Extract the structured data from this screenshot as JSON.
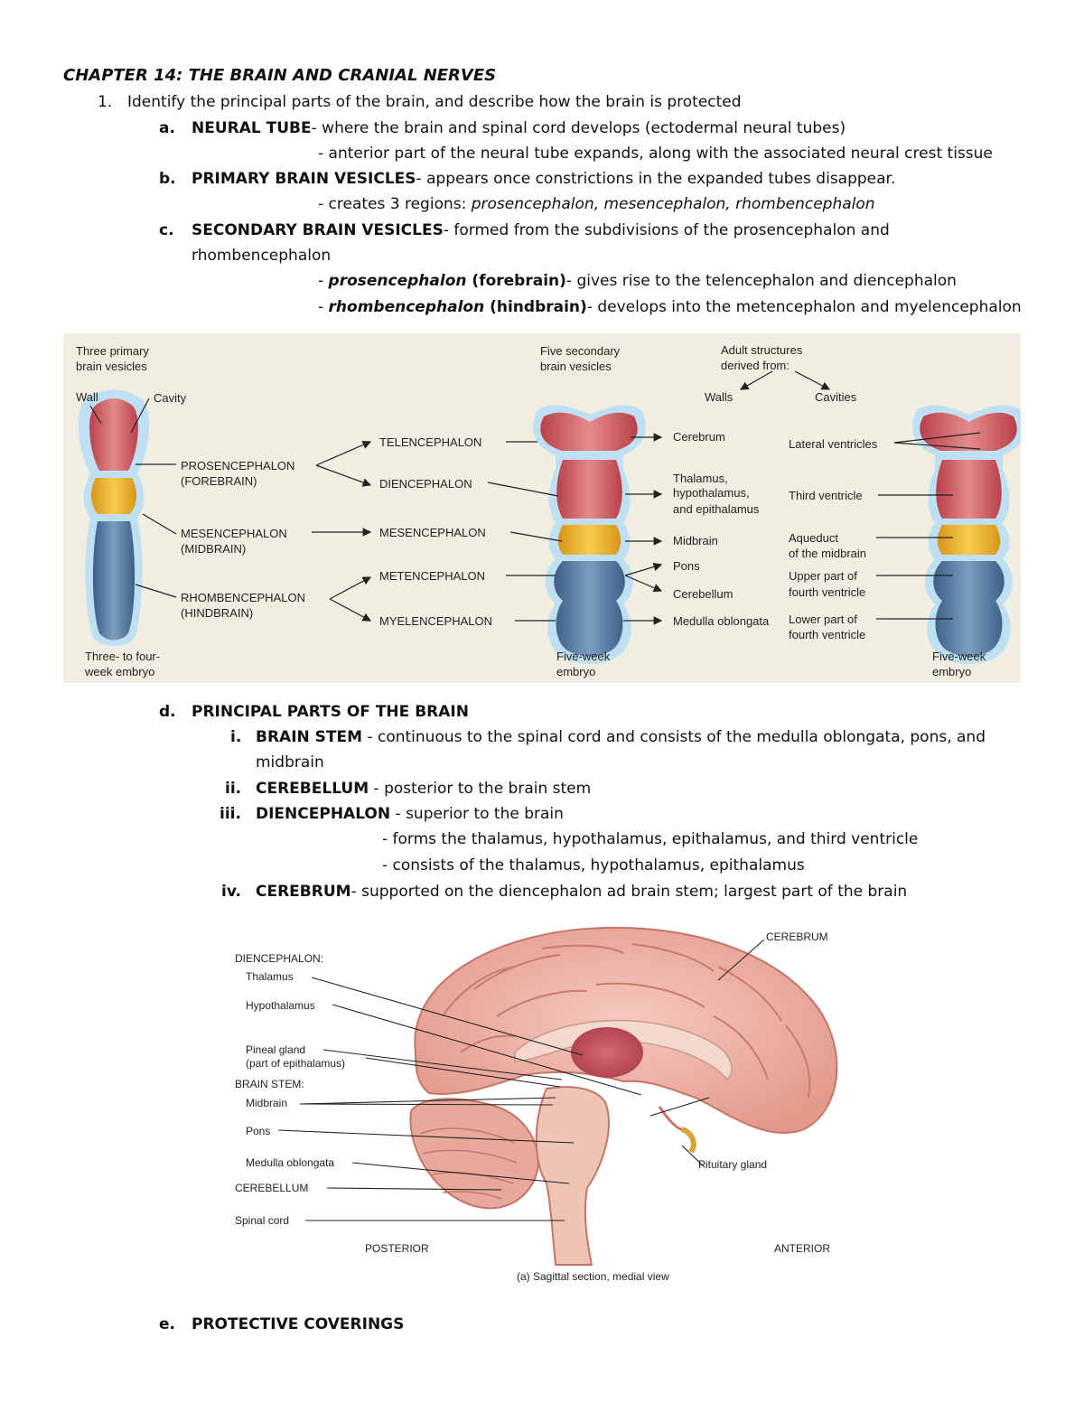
{
  "chapter_title": "CHAPTER 14: THE BRAIN AND CRANIAL NERVES",
  "objective": {
    "num": "1.",
    "text": "Identify the principal parts of the brain, and describe how the brain is protected"
  },
  "items": {
    "a": {
      "letter": "a.",
      "term": "NEURAL TUBE",
      "text": "- where the brain and spinal cord develops (ectodermal neural tubes)",
      "sub": "- anterior part of the neural tube expands, along with the associated neural crest tissue"
    },
    "b": {
      "letter": "b.",
      "term": "PRIMARY BRAIN VESICLES",
      "text": "- appears once constrictions in the expanded tubes disappear.",
      "sub_prefix": "- creates 3 regions: ",
      "sub_italic": "prosencephalon, mesencephalon, rhombencephalon"
    },
    "c": {
      "letter": "c.",
      "term": "SECONDARY BRAIN VESICLES",
      "text": "- formed from the subdivisions of the prosencephalon and",
      "text2": "rhombencephalon",
      "sub1_dash": "- ",
      "sub1_term": "prosencephalon",
      "sub1_paren": " (forebrain)",
      "sub1_text": "- gives rise to the telencephalon and diencephalon",
      "sub2_dash": "- ",
      "sub2_term": "rhombencephalon",
      "sub2_paren": " (hindbrain)",
      "sub2_text": "- develops into the metencephalon and myelencephalon"
    },
    "d": {
      "letter": "d.",
      "term": "PRINCIPAL PARTS OF THE BRAIN",
      "i": {
        "num": "i.",
        "term": "BRAIN STEM",
        "text": " - continuous to the spinal cord and consists of the medulla oblongata, pons, and",
        "text2": "midbrain"
      },
      "ii": {
        "num": "ii.",
        "term": "CEREBELLUM",
        "text": " - posterior to the brain stem"
      },
      "iii": {
        "num": "iii.",
        "term": "DIENCEPHALON",
        "text": " - superior to the brain",
        "sub1": "- forms the thalamus, hypothalamus, epithalamus, and third ventricle",
        "sub2": "- consists of the thalamus, hypothalamus, epithalamus"
      },
      "iv": {
        "num": "iv.",
        "term": "CEREBRUM",
        "text": "- supported on the diencephalon ad brain stem; largest part of the brain"
      }
    },
    "e": {
      "letter": "e.",
      "term": "PROTECTIVE COVERINGS"
    }
  },
  "figure1": {
    "three_primary_1": "Three primary",
    "three_primary_2": "brain vesicles",
    "wall": "Wall",
    "cavity": "Cavity",
    "pros_1": "PROSENCEPHALON",
    "pros_2": "(FOREBRAIN)",
    "mes_1": "MESENCEPHALON",
    "mes_2": "(MIDBRAIN)",
    "rhomb_1": "RHOMBENCEPHALON",
    "rhomb_2": "(HINDBRAIN)",
    "embryo1_1": "Three- to four-",
    "embryo1_2": "week embryo",
    "five_sec_1": "Five secondary",
    "five_sec_2": "brain vesicles",
    "tel": "TELENCEPHALON",
    "di": "DIENCEPHALON",
    "mes2": "MESENCEPHALON",
    "met": "METENCEPHALON",
    "myel": "MYELENCEPHALON",
    "embryo2_1": "Five-week",
    "embryo2_2": "embryo",
    "adult_1": "Adult structures",
    "adult_2": "derived from:",
    "walls": "Walls",
    "cavities": "Cavities",
    "cerebrum": "Cerebrum",
    "thal_1": "Thalamus,",
    "thal_2": "hypothalamus,",
    "thal_3": "and epithalamus",
    "midbrain": "Midbrain",
    "pons": "Pons",
    "cerebellum": "Cerebellum",
    "medulla": "Medulla oblongata",
    "lat_vent": "Lateral ventricles",
    "third_vent": "Third ventricle",
    "aq_1": "Aqueduct",
    "aq_2": "of the midbrain",
    "up4_1": "Upper part of",
    "up4_2": "fourth ventricle",
    "lo4_1": "Lower part of",
    "lo4_2": "fourth ventricle",
    "embryo3_1": "Five-week",
    "embryo3_2": "embryo"
  },
  "figure2": {
    "dien": "DIENCEPHALON:",
    "thalamus": "Thalamus",
    "hypothalamus": "Hypothalamus",
    "pineal_1": "Pineal gland",
    "pineal_2": "(part of epithalamus)",
    "brainstem": "BRAIN STEM:",
    "midbrain": "Midbrain",
    "pons": "Pons",
    "medulla": "Medulla oblongata",
    "cerebellum": "CEREBELLUM",
    "spinal": "Spinal cord",
    "cerebrum": "CEREBRUM",
    "pituitary": "Pituitary gland",
    "posterior": "POSTERIOR",
    "anterior": "ANTERIOR",
    "caption": "(a) Sagittal section, medial view"
  }
}
